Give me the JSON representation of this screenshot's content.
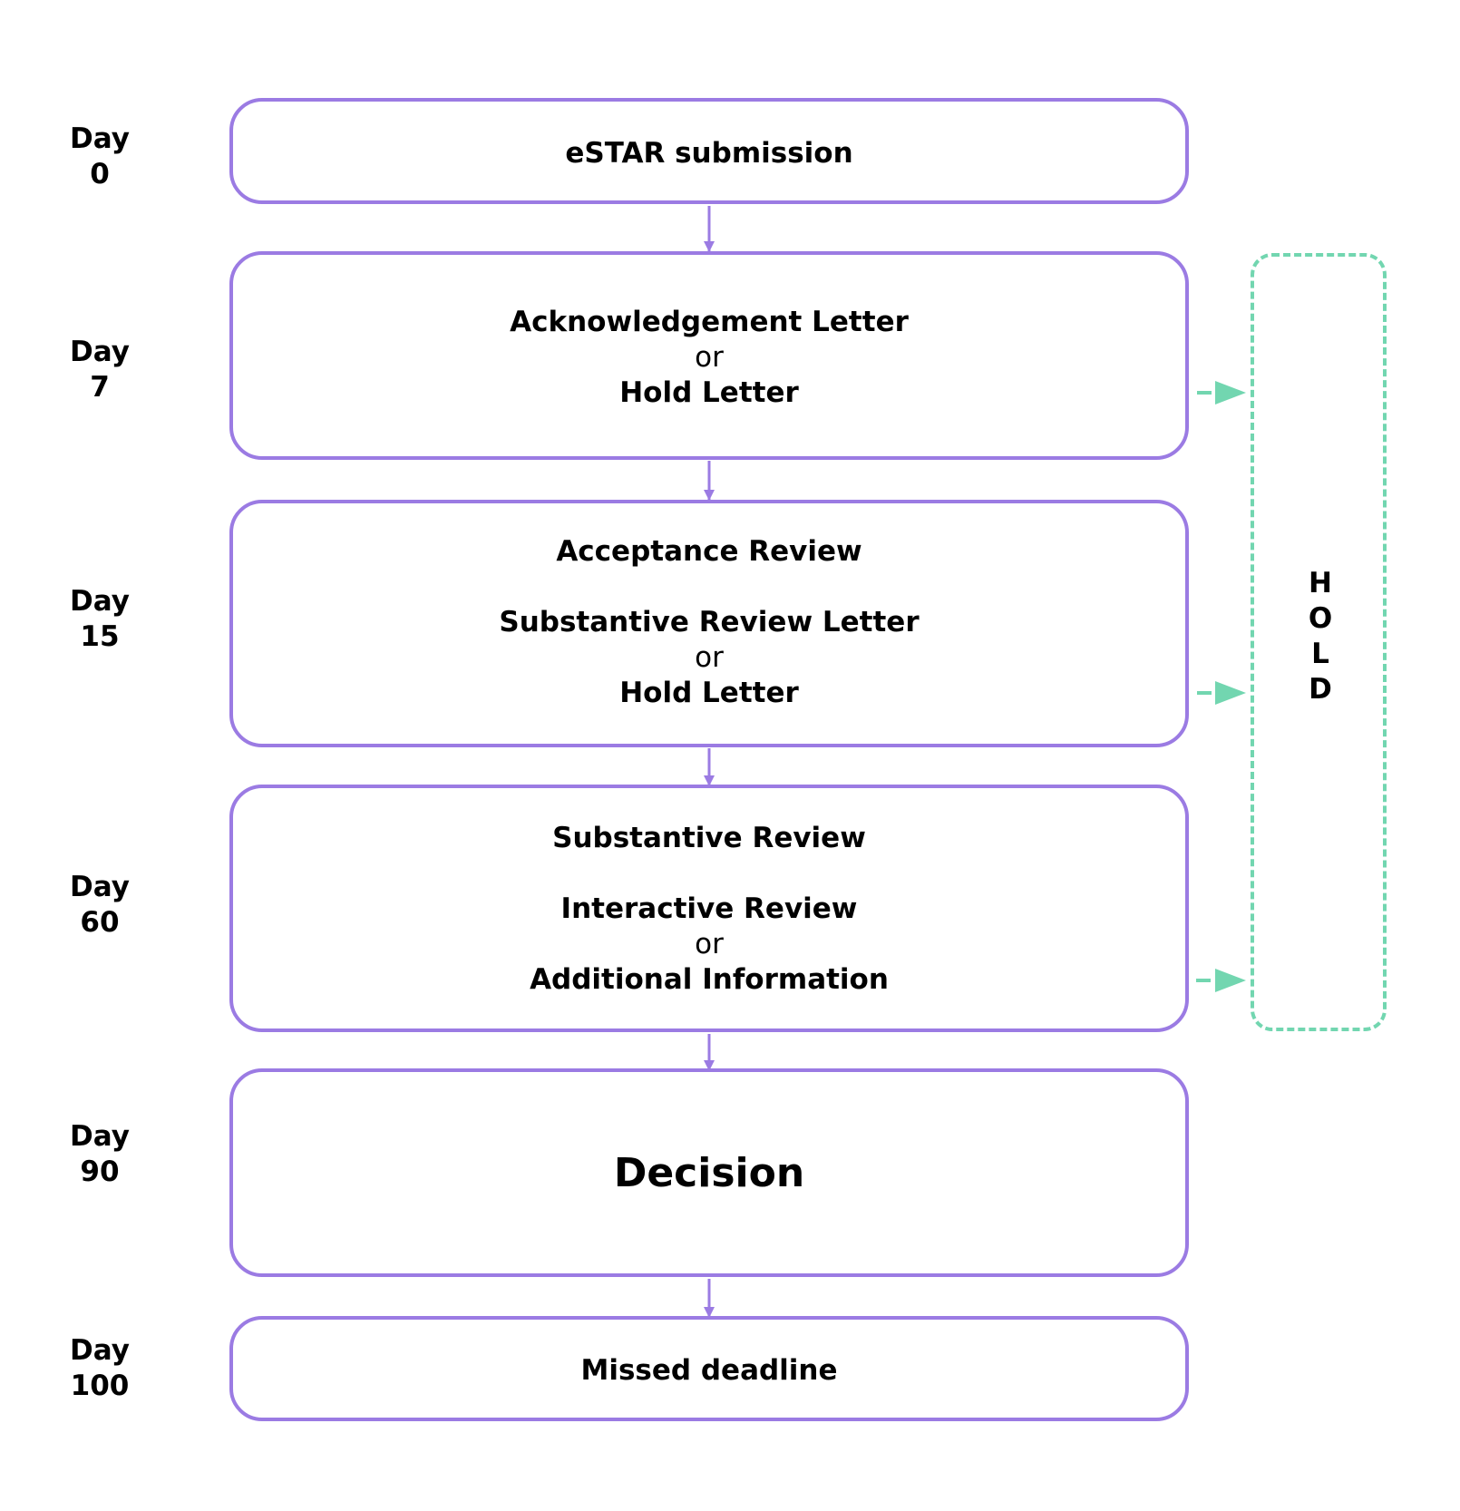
{
  "days": [
    {
      "label": "Day",
      "num": "0"
    },
    {
      "label": "Day",
      "num": "7"
    },
    {
      "label": "Day",
      "num": "15"
    },
    {
      "label": "Day",
      "num": "60"
    },
    {
      "label": "Day",
      "num": "90"
    },
    {
      "label": "Day",
      "num": "100"
    }
  ],
  "steps": {
    "estar": "eSTAR submission",
    "ack": {
      "title": "Acknowledgement Letter",
      "or": "or",
      "hold": "Hold Letter"
    },
    "acceptance": {
      "title": "Acceptance Review",
      "subtitle": "Substantive Review Letter",
      "or": "or",
      "hold": "Hold Letter"
    },
    "substantive": {
      "title": "Substantive Review",
      "subtitle": "Interactive Review",
      "or": "or",
      "addinfo": "Additional Information"
    },
    "decision": "Decision",
    "missed": "Missed deadline"
  },
  "hold": {
    "letters": [
      "H",
      "O",
      "L",
      "D"
    ]
  },
  "colors": {
    "box_border": "#9b7be3",
    "hold_dashed": "#72d6b0"
  }
}
